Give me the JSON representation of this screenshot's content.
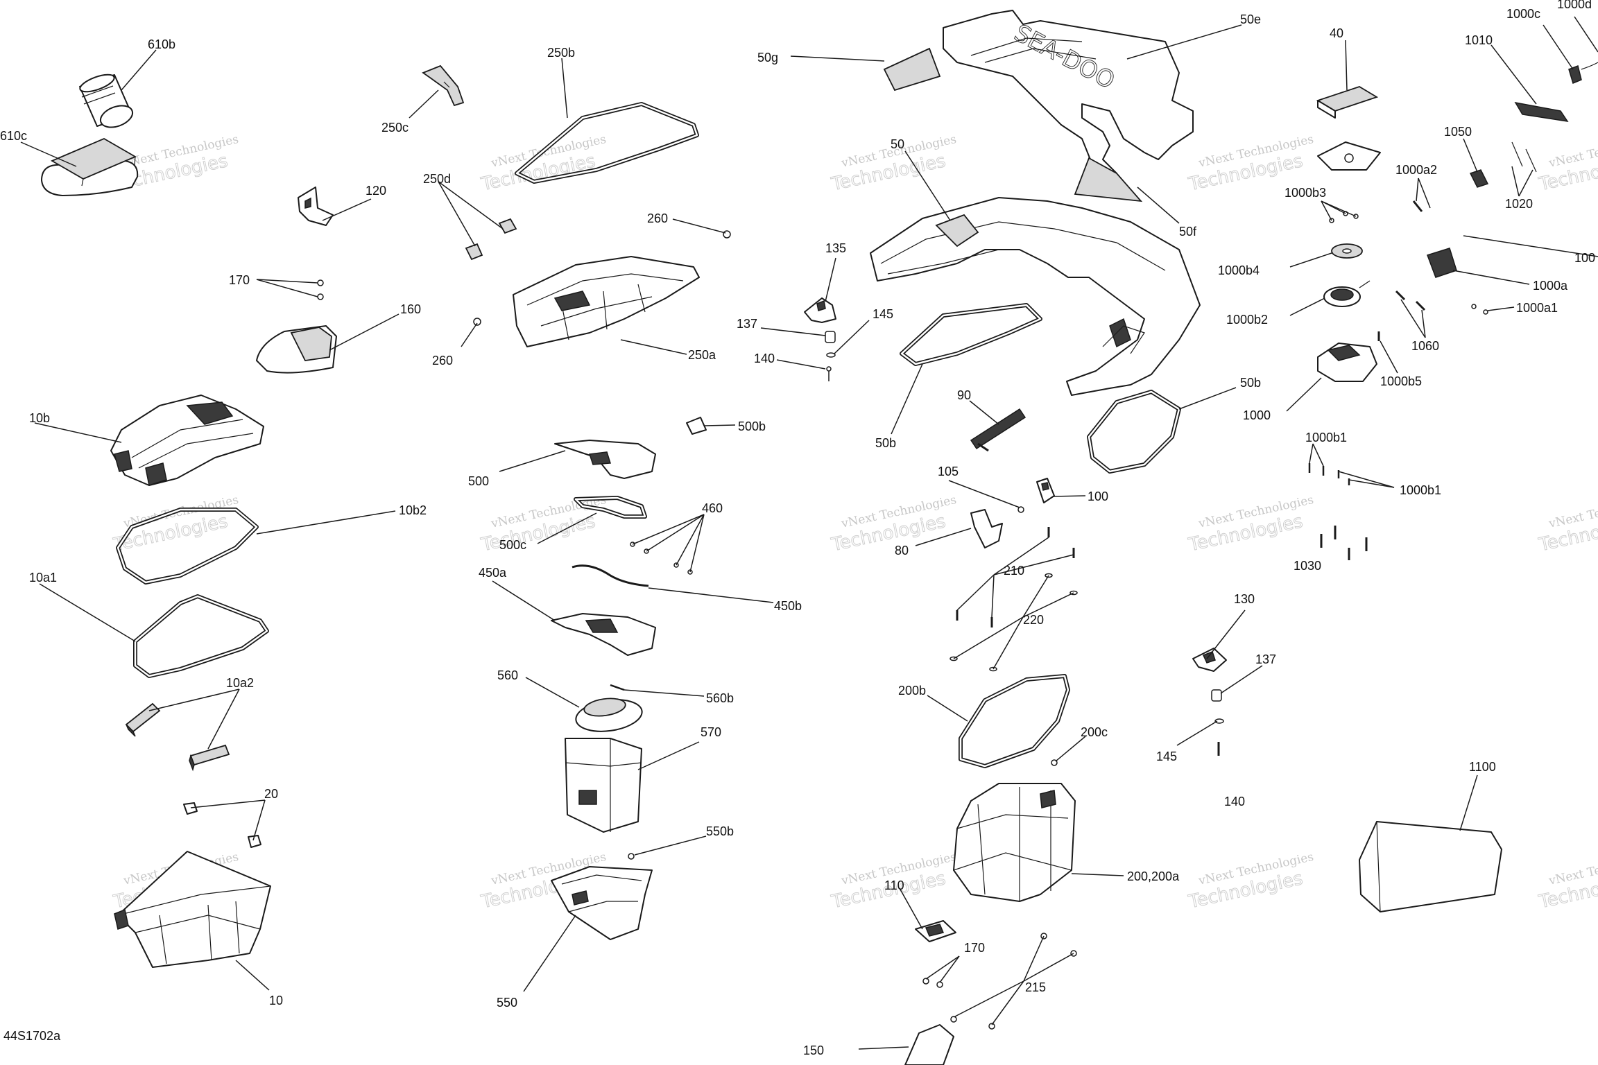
{
  "diagram_code": "44S1702a",
  "watermark": {
    "line1": "vNext Technologies",
    "line2": "Technologies"
  },
  "callouts": {
    "c610b": "610b",
    "c610c": "610c",
    "c250b": "250b",
    "c250c": "250c",
    "c250d": "250d",
    "c120": "120",
    "c170a": "170",
    "c160": "160",
    "c260a": "260",
    "c260b": "260",
    "c250a": "250a",
    "c10b": "10b",
    "c10b2": "10b2",
    "c10a1": "10a1",
    "c10a2": "10a2",
    "c20": "20",
    "c10": "10",
    "c500b": "500b",
    "c500": "500",
    "c500c": "500c",
    "c460": "460",
    "c450a": "450a",
    "c450b": "450b",
    "c560": "560",
    "c560b": "560b",
    "c570": "570",
    "c550b": "550b",
    "c550": "550",
    "c50g": "50g",
    "c50e": "50e",
    "c50": "50",
    "c50f": "50f",
    "c135": "135",
    "c137a": "137",
    "c145a": "145",
    "c140a": "140",
    "c50b_l": "50b",
    "c50b_r": "50b",
    "c90": "90",
    "c105": "105",
    "c100": "100",
    "c80": "80",
    "c210": "210",
    "c220": "220",
    "c200b": "200b",
    "c200c": "200c",
    "c200": "200,200a",
    "c110": "110",
    "c170b": "170",
    "c215": "215",
    "c150": "150",
    "c40": "40",
    "c1000d": "1000d",
    "c1000c": "1000c",
    "c1010": "1010",
    "c1050": "1050",
    "c1000a2": "1000a2",
    "c1000b3": "1000b3",
    "c1020": "1020",
    "c1000b4": "1000b4",
    "c100x": "100",
    "c1000a": "1000a",
    "c1000b2": "1000b2",
    "c1000a1": "1000a1",
    "c1060": "1060",
    "c1000b5": "1000b5",
    "c1000": "1000",
    "c1000b1a": "1000b1",
    "c1000b1b": "1000b1",
    "c1030": "1030",
    "c130": "130",
    "c137b": "137",
    "c145b": "145",
    "c140b": "140",
    "c1100": "1100"
  },
  "brand_text": "SEA-DOO"
}
